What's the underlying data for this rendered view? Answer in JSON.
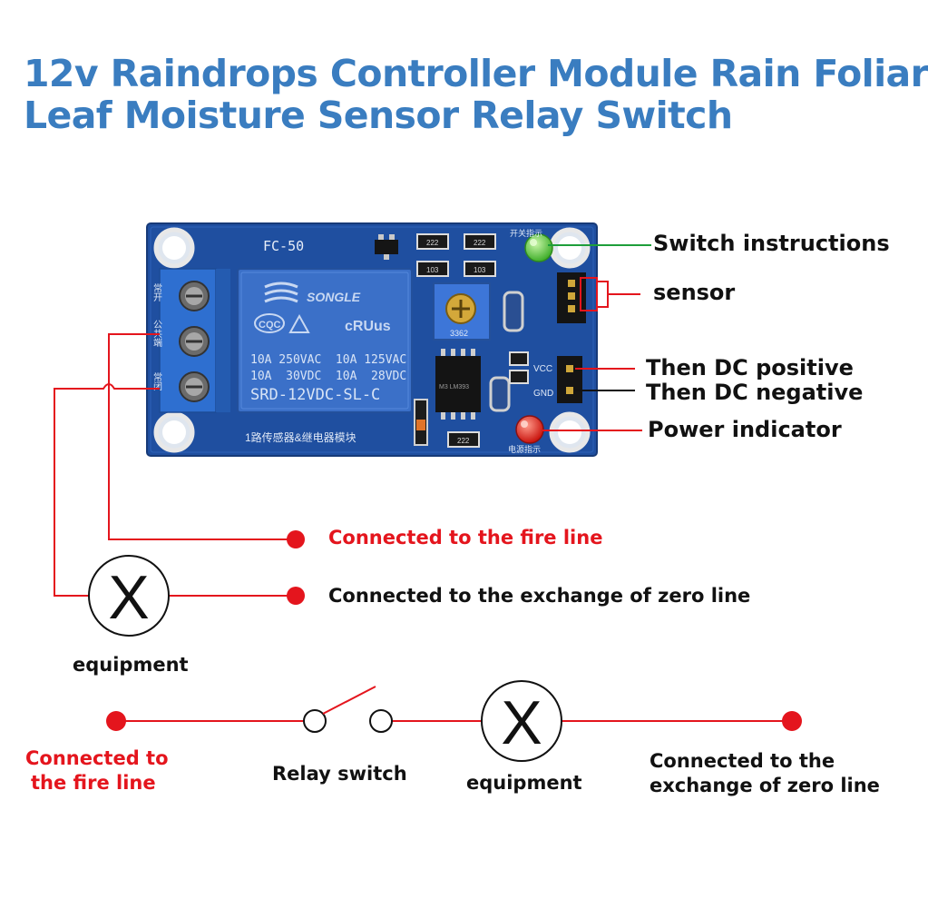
{
  "title": {
    "line1": "12v Raindrops Controller Module Rain Foliar",
    "line2": "Leaf Moisture Sensor Relay Switch"
  },
  "board": {
    "model": "FC-50",
    "relay_brand": "SONGLE",
    "relay_cert": "CQC",
    "relay_ul": "cRUus",
    "relay_rating_1": "10A 250VAC  10A 125VAC",
    "relay_rating_2": "10A  30VDC  10A  28VDC",
    "relay_model": "SRD-12VDC-SL-C",
    "pot_code": "3362",
    "smd_code_a": "222",
    "smd_code_b": "103",
    "chip_code": "M3 LM393",
    "pin_vcc": "VCC",
    "pin_gnd": "GND",
    "terminal_1": "常开",
    "terminal_2": "公共端",
    "terminal_3": "常闭",
    "led_top_label": "开关指示",
    "led_bottom_label": "电源指示",
    "bottom_label": "1路传感器&继电器模块"
  },
  "callouts": {
    "switch_instructions": "Switch instructions",
    "sensor": "sensor",
    "dc_positive": "Then DC positive",
    "dc_negative": "Then DC negative",
    "power_indicator": "Power indicator"
  },
  "wiring": {
    "fire_line": "Connected to the fire line",
    "zero_line": "Connected to the exchange of zero line",
    "equipment": "equipment",
    "equipment_symbol": "X"
  },
  "circuit": {
    "fire_line_1": "Connected to",
    "fire_line_2": "the fire line",
    "relay_switch": "Relay switch",
    "equipment": "equipment",
    "equipment_symbol": "X",
    "zero_line_1": "Connected to the",
    "zero_line_2": "exchange of zero line"
  },
  "colors": {
    "title": "#3a7dc0",
    "pcb": "#1f4fa0",
    "relay": "#3b70c8",
    "red_wire": "#e4151d",
    "green_led": "#6fd54a",
    "red_led": "#e8281e",
    "green_line": "#1e9e3a"
  }
}
